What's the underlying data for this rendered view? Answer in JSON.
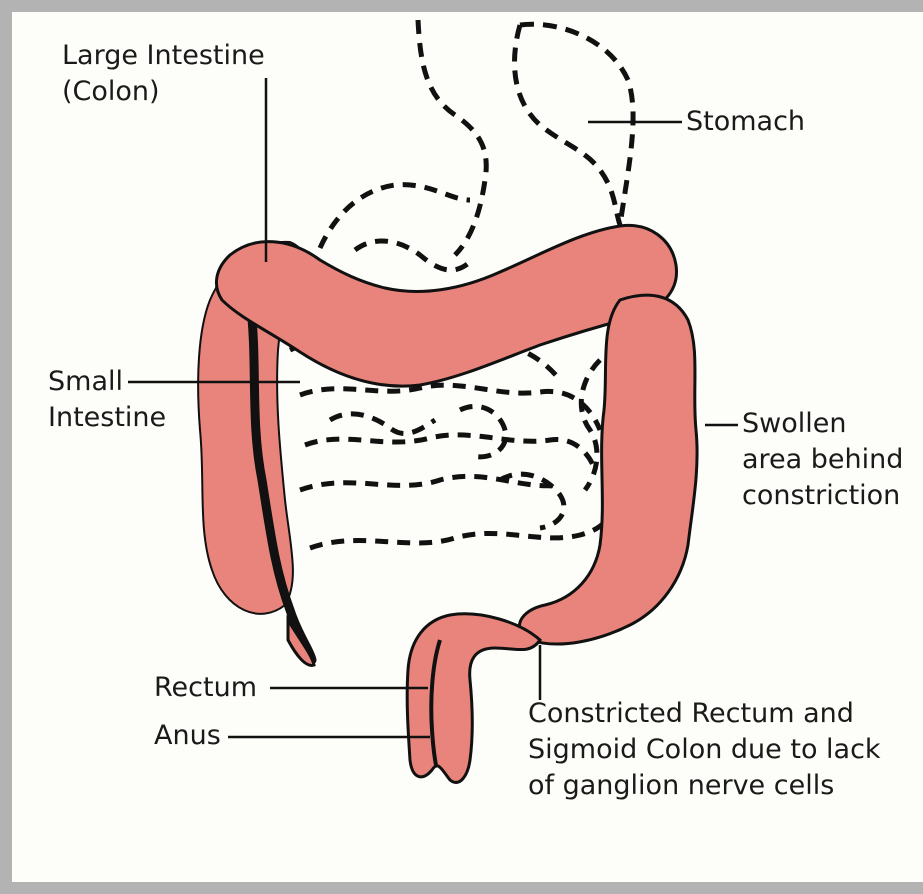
{
  "labels": {
    "large_intestine": [
      "Large Intestine",
      "(Colon)"
    ],
    "stomach": [
      "Stomach"
    ],
    "small_intestine": [
      "Small",
      "Intestine"
    ],
    "swollen": [
      "Swollen",
      "area behind",
      "constriction"
    ],
    "rectum": [
      "Rectum"
    ],
    "anus": [
      "Anus"
    ],
    "constricted": [
      "Constricted Rectum and",
      "Sigmoid Colon due to lack",
      "of ganglion nerve cells"
    ]
  },
  "colors": {
    "colon_fill": "#e8847c",
    "outline": "#111111",
    "frame": "#b3b3b3",
    "background": "#fdfdf9"
  }
}
